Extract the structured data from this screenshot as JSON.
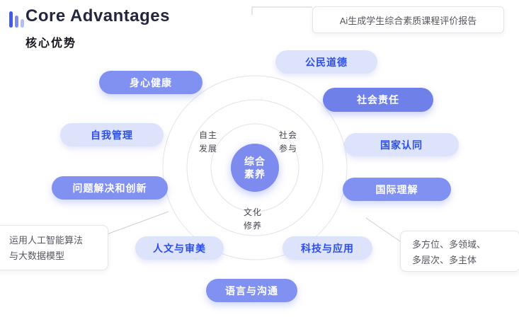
{
  "header": {
    "title": "Core Advantages",
    "subtitle": "核心优势"
  },
  "callouts": {
    "top_right": "Ai生成学生综合素质课程评价报告",
    "bottom_left": {
      "line1": "运用人工智能算法",
      "line2": "与大数据模型"
    },
    "bottom_right": {
      "line1": "多方位、多领域、",
      "line2": "多层次、多主体"
    }
  },
  "center": {
    "line1": "综合",
    "line2": "素养"
  },
  "dimensions": {
    "autonomy": {
      "line1": "自主",
      "line2": "发展"
    },
    "society": {
      "line1": "社会",
      "line2": "参与"
    },
    "culture": {
      "line1": "文化",
      "line2": "修养"
    }
  },
  "pills": [
    {
      "label": "身心健康",
      "variant": "filled"
    },
    {
      "label": "自我管理",
      "variant": "light"
    },
    {
      "label": "问题解决和创新",
      "variant": "filled"
    },
    {
      "label": "公民道德",
      "variant": "light"
    },
    {
      "label": "社会责任",
      "variant": "filled-dark"
    },
    {
      "label": "国家认同",
      "variant": "light"
    },
    {
      "label": "国际理解",
      "variant": "filled"
    },
    {
      "label": "人文与审美",
      "variant": "light"
    },
    {
      "label": "科技与应用",
      "variant": "light"
    },
    {
      "label": "语言与沟通",
      "variant": "filled"
    }
  ],
  "colors": {
    "pill_filled": "#8191f1",
    "pill_filled_dark": "#6f80e9",
    "pill_light_bg": "#dde3fb",
    "pill_light_text": "#2b4fe8",
    "center_circle": "#7d8bef",
    "title_text": "#23263f",
    "ring_stroke": "#e3e3e8"
  }
}
